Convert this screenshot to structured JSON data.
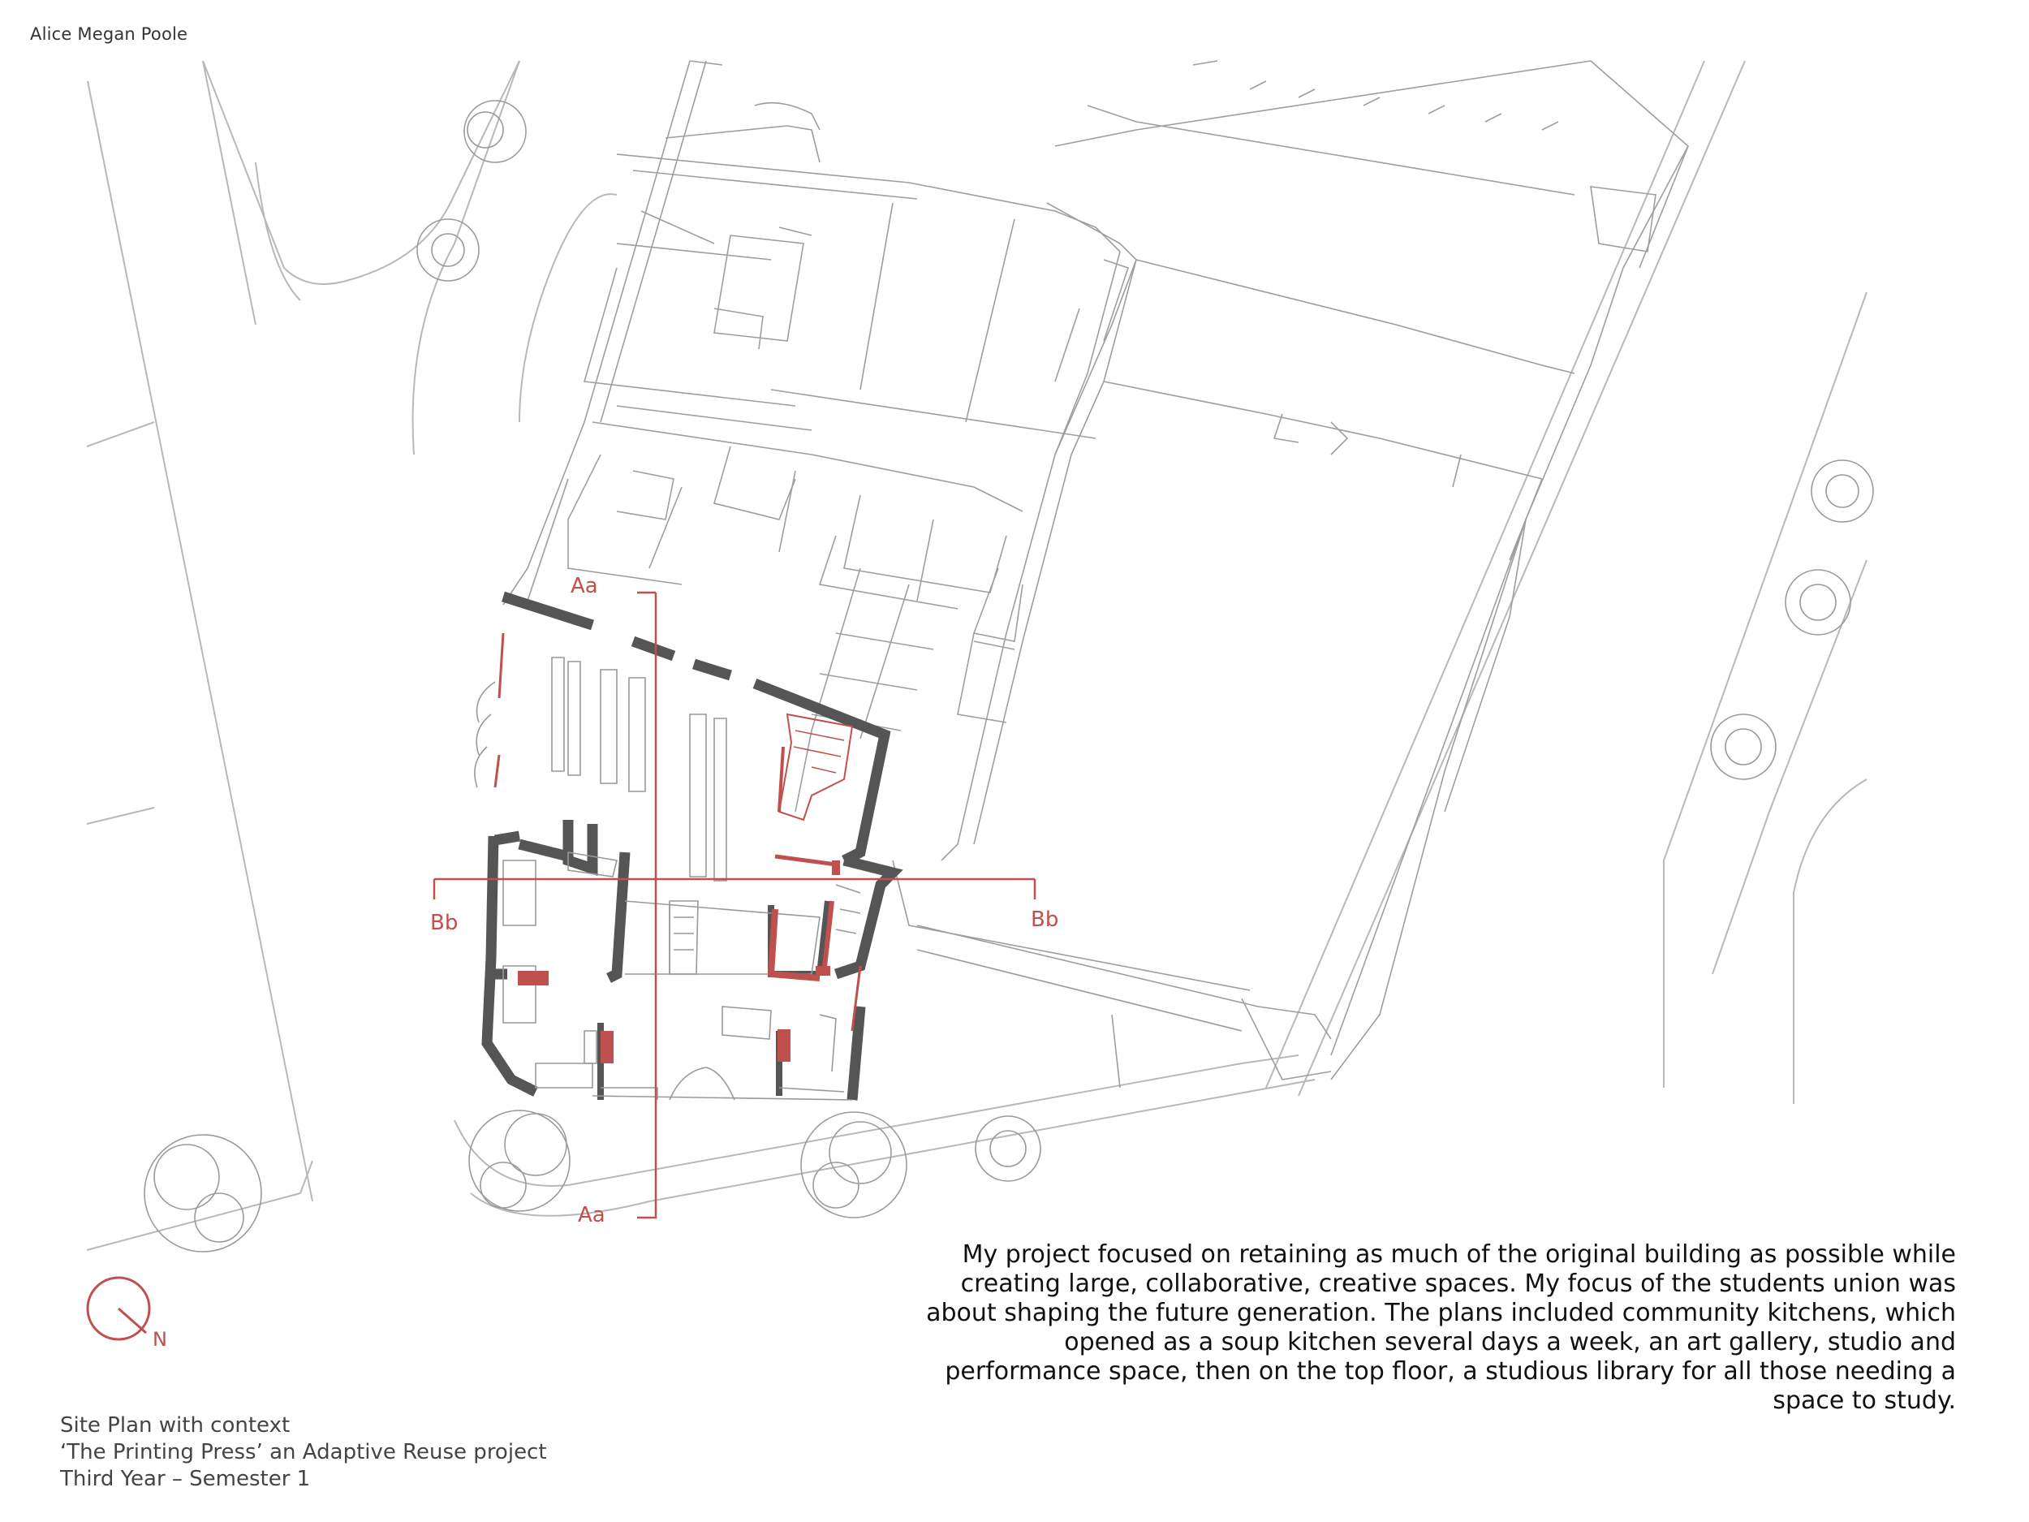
{
  "author": "Alice Megan Poole",
  "section_labels": {
    "aa_top": "Aa",
    "aa_bottom": "Aa",
    "bb_left": "Bb",
    "bb_right": "Bb"
  },
  "north_label": "N",
  "description": "My project focused on retaining as much of the original building as possible while creating large, collaborative, creative spaces. My focus of the students union was about shaping the future generation. The plans included community kitchens, which opened as a soup kitchen several days a week, an art gallery, studio and performance space, then on the top floor, a studious library for all those needing a space to study.",
  "caption": {
    "line1": "Site Plan with context",
    "line2": "‘The Printing Press’ an Adaptive Reuse project",
    "line3": "Third Year – Semester 1"
  },
  "colors": {
    "accent_red": "#c0504d",
    "wall_grey": "#555555",
    "context_grey": "#b8b8b8"
  },
  "icons": [
    "tree-icon",
    "north-arrow-icon"
  ]
}
